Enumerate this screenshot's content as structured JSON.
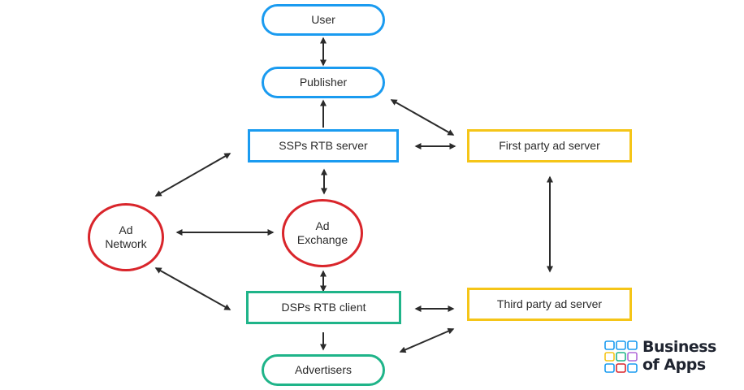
{
  "nodes": {
    "user": "User",
    "publisher": "Publisher",
    "ssps_rtb_server": "SSPs RTB server",
    "first_party_ad_server": "First party ad server",
    "ad_network": "Ad\nNetwork",
    "ad_exchange": "Ad\nExchange",
    "dsps_rtb_client": "DSPs RTB client",
    "third_party_ad_server": "Third party ad server",
    "advertisers": "Advertisers"
  },
  "logo": {
    "line1": "Business",
    "line2": "of Apps"
  },
  "colors": {
    "blue": "#1a9bf0",
    "green": "#1fb489",
    "yellow": "#f5c518",
    "red": "#d9252b",
    "arrow": "#2b2b2b"
  }
}
